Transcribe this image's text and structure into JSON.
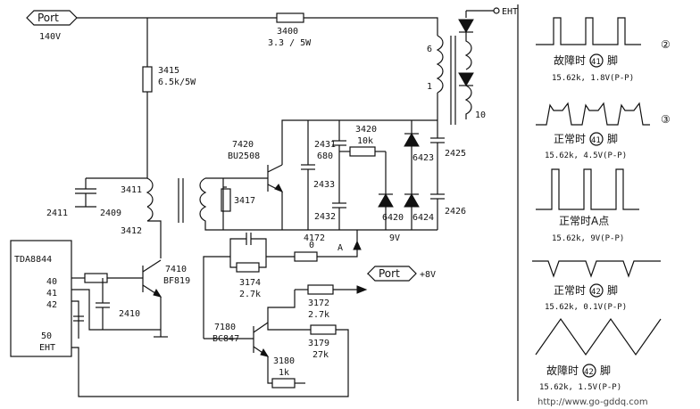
{
  "port_left": {
    "label": "Port",
    "voltage": "140V"
  },
  "port_right": {
    "label": "Port",
    "voltage": "+8V"
  },
  "eht_label": "EHT",
  "components": {
    "r3400": {
      "ref": "3400",
      "value": "3.3 / 5W"
    },
    "r3415": {
      "ref": "3415",
      "value": "6.5k/5W"
    },
    "t7420": {
      "ref": "7420",
      "value": "BU2508"
    },
    "r3420": {
      "ref": "3420",
      "value": "10k"
    },
    "c2431": {
      "ref": "2431",
      "value": "680"
    },
    "c2433": "2433",
    "c2432": "2432",
    "c2425": "2425",
    "c2426": "2426",
    "d6423": "6423",
    "d6420": "6420",
    "d6424": "6424",
    "r3417": "3417",
    "l3411": "3411",
    "l3412": "3412",
    "c2411": "2411",
    "c2409": "2409",
    "node4172": "4172",
    "v9": "9V",
    "r0": "0",
    "nodeA": "A",
    "ic": "TDA8844",
    "pins": [
      "40",
      "41",
      "42",
      "50",
      "EHT"
    ],
    "t7410": {
      "ref": "7410",
      "value": "BF819"
    },
    "c2410": "2410",
    "r3174": {
      "ref": "3174",
      "value": "2.7k"
    },
    "r3172": {
      "ref": "3172",
      "value": "2.7k"
    },
    "r3179": {
      "ref": "3179",
      "value": "27k"
    },
    "t7180": {
      "ref": "7180",
      "value": "BC847"
    },
    "r3180": {
      "ref": "3180",
      "value": "1k"
    },
    "xfmr_taps": [
      "6",
      "1",
      "10"
    ]
  },
  "waveforms": [
    {
      "marker": "②",
      "caption_a": "故障时",
      "pin": "41",
      "caption_b": "脚",
      "spec": "15.62k, 1.8V(P-P)"
    },
    {
      "marker": "③",
      "caption_a": "正常时",
      "pin": "41",
      "caption_b": "脚",
      "spec": "15.62k, 4.5V(P-P)"
    },
    {
      "marker": "",
      "caption_a": "正常时A点",
      "pin": "",
      "caption_b": "",
      "spec": "15.62k, 9V(P-P)"
    },
    {
      "marker": "",
      "caption_a": "正常时",
      "pin": "42",
      "caption_b": "脚",
      "spec": "15.62k, 0.1V(P-P)"
    },
    {
      "marker": "",
      "caption_a": "故障时",
      "pin": "42",
      "caption_b": "脚",
      "spec": "15.62k, 1.5V(P-P)"
    }
  ],
  "watermark": "http://www.go-gddq.com"
}
